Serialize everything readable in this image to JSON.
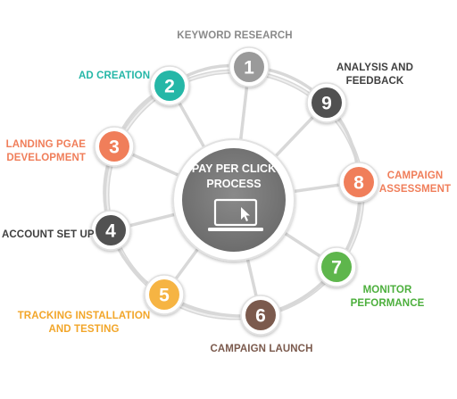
{
  "center": {
    "title_line1": "PAY PER CLICK",
    "title_line2": "PROCESS",
    "icon": "laptop-cursor-icon"
  },
  "colors": {
    "teal": "#25B7A7",
    "orange": "#F07E5A",
    "dark": "#515151",
    "gray": "#9A9A9A",
    "green": "#5EB64C",
    "brown": "#7B5A4D",
    "yellow": "#F6B443",
    "ring": "#D8D8D8",
    "center_fill": "#777777"
  },
  "steps": [
    {
      "number": "1",
      "lines": [
        "KEYWORD RESEARCH"
      ],
      "circle_color": "#9A9A9A",
      "label_color": "#8A8A8A"
    },
    {
      "number": "2",
      "lines": [
        "AD CREATION"
      ],
      "circle_color": "#25B7A7",
      "label_color": "#25B7A7"
    },
    {
      "number": "3",
      "lines": [
        "LANDING PGAE",
        "DEVELOPMENT"
      ],
      "circle_color": "#F07E5A",
      "label_color": "#F07E5A"
    },
    {
      "number": "4",
      "lines": [
        "ACCOUNT  SET UP"
      ],
      "circle_color": "#515151",
      "label_color": "#3F3F3F"
    },
    {
      "number": "5",
      "lines": [
        "TRACKING  INSTALLATION",
        "AND TESTING"
      ],
      "circle_color": "#F6B443",
      "label_color": "#F2A62A"
    },
    {
      "number": "6",
      "lines": [
        "CAMPAIGN LAUNCH"
      ],
      "circle_color": "#7B5A4D",
      "label_color": "#7B5A4D"
    },
    {
      "number": "7",
      "lines": [
        "MONITOR",
        "PEFORMANCE"
      ],
      "circle_color": "#5EB64C",
      "label_color": "#4CAF3C"
    },
    {
      "number": "8",
      "lines": [
        "CAMPAIGN",
        "ASSESSMENT"
      ],
      "circle_color": "#F07E5A",
      "label_color": "#F07E5A"
    },
    {
      "number": "9",
      "lines": [
        "ANALYSIS AND",
        "FEEDBACK"
      ],
      "circle_color": "#515151",
      "label_color": "#3F3F3F"
    }
  ]
}
